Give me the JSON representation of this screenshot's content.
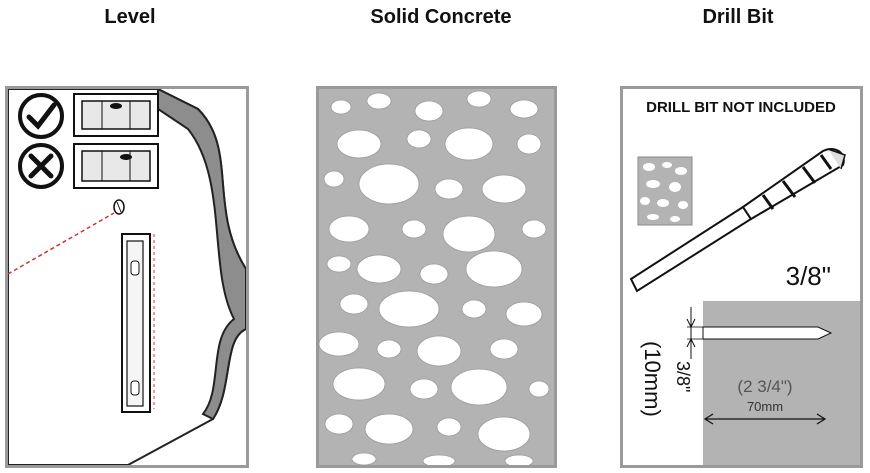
{
  "columns": [
    {
      "title": "Level"
    },
    {
      "title": "Solid Concrete"
    },
    {
      "title": "Drill Bit"
    }
  ],
  "drill_panel": {
    "notice": "DRILL BIT NOT INCLUDED",
    "bit_size": "3/8\"",
    "hole_width_imperial": "3/8\"",
    "hole_width_metric": "(10mm)",
    "hole_depth_imperial": "(2 3/4\")",
    "hole_depth_metric": "70mm"
  },
  "icons": [
    "check-icon",
    "cross-icon",
    "level-icon",
    "screw-icon",
    "drill-bit-icon",
    "concrete-sample-icon"
  ],
  "colors": {
    "panel_border": "#9a9a9a",
    "concrete": "#b3b3b3",
    "guide_line": "#cc3333"
  }
}
